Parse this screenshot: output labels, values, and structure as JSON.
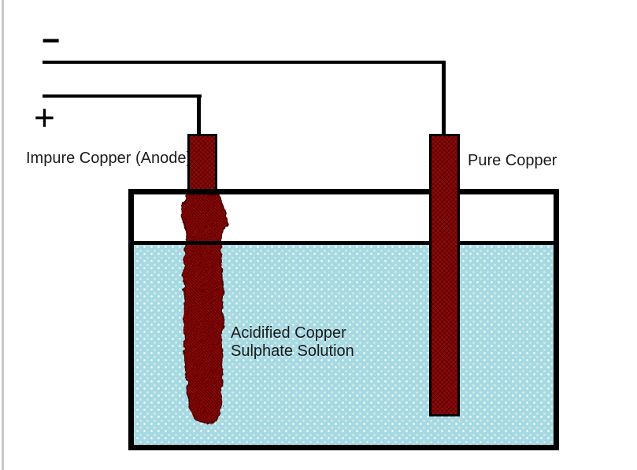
{
  "diagram": {
    "labels": {
      "anode": "Impure Copper (Anode)",
      "cathode": "Pure Copper",
      "solution": "Acidified Copper\nSulphate Solution"
    },
    "terminals": {
      "negative": "−",
      "positive": "+"
    },
    "colors": {
      "copper_electrode": "#8e0909",
      "copper_electrode_dark": "#650404",
      "solution_blue": "#a7d9e4",
      "outline_black": "#000000",
      "side_strip_gray": "#c9c9c9"
    }
  }
}
